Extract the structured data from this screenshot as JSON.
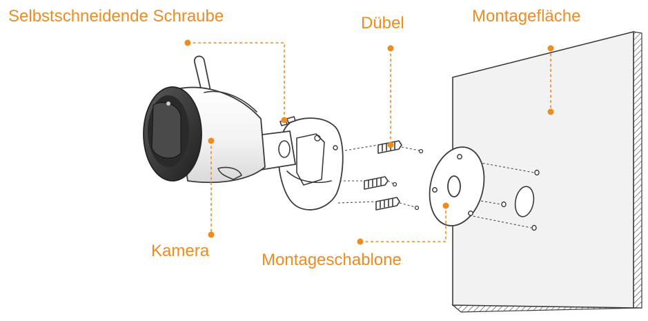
{
  "labels": {
    "screw": "Selbstschneidende Schraube",
    "anchor": "Dübel",
    "surface": "Montagefläche",
    "camera": "Kamera",
    "template": "Montageschablone"
  },
  "colors": {
    "accent": "#f08c1e",
    "line": "#3a3a3a",
    "wall_fill": "#f2f2f2"
  }
}
